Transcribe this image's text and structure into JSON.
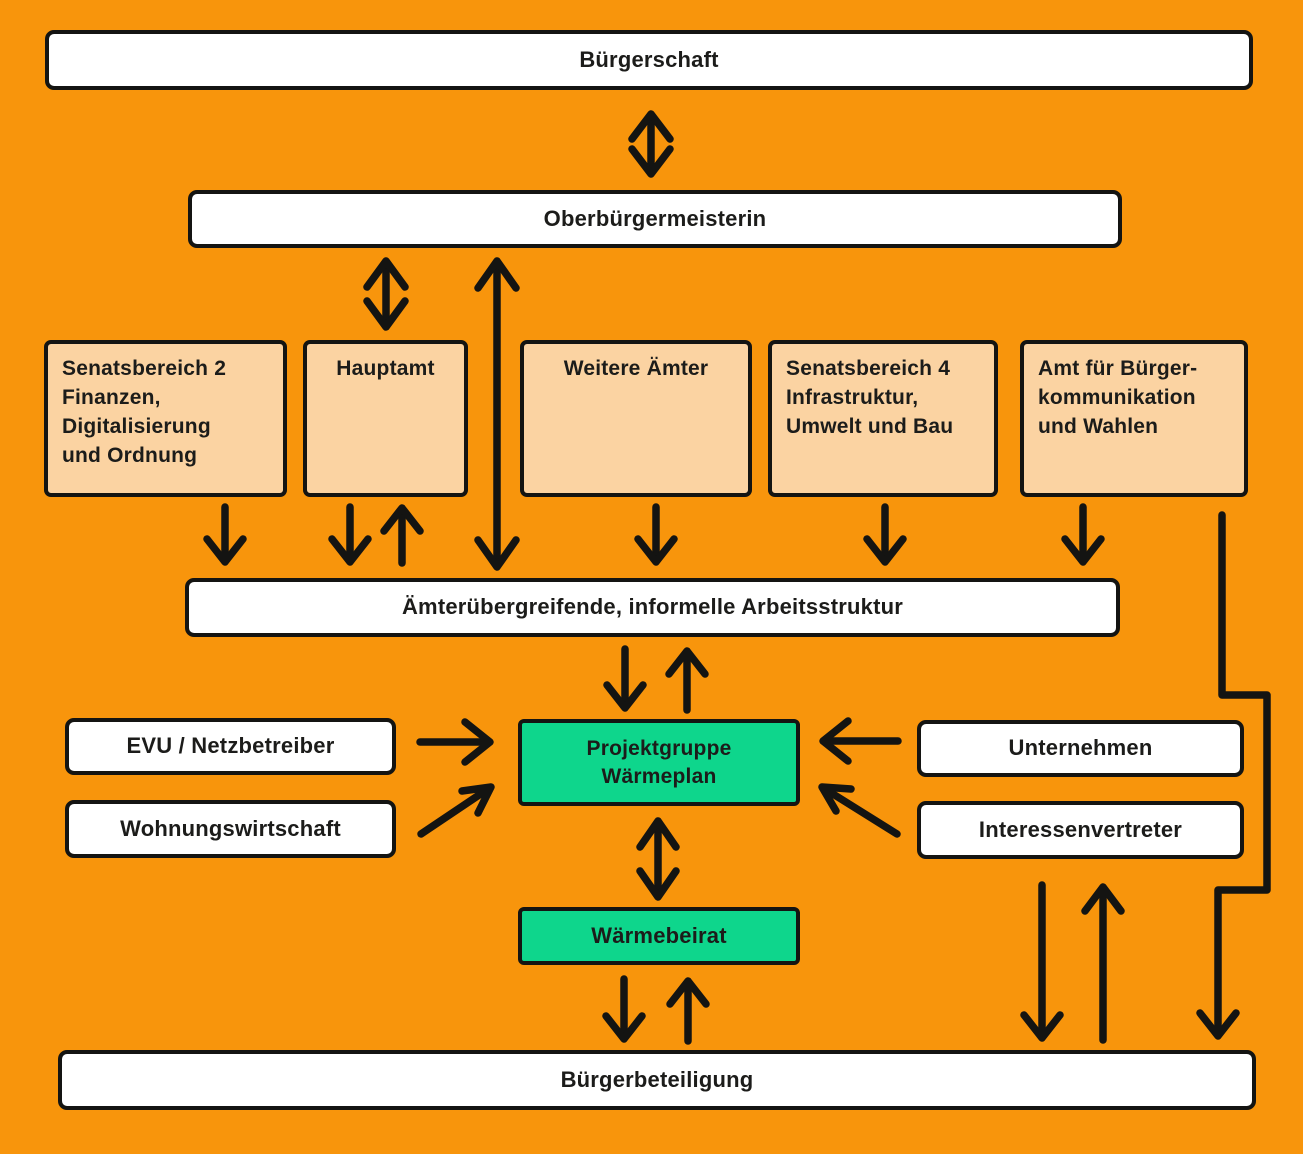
{
  "diagram": {
    "type": "organizational-flow",
    "colors": {
      "background": "#F8950C",
      "node_fill": "#FFFFFF",
      "department_fill": "#FBD3A2",
      "highlight_fill": "#0ED68C",
      "line": "#141412",
      "text": "#1C1C1A"
    },
    "nodes": {
      "buergerschaft": {
        "label": "Bürgerschaft"
      },
      "oberbuergermeisterin": {
        "label": "Oberbürgermeisterin"
      },
      "senatsbereich2": {
        "title": "Senatsbereich 2",
        "body": "Finanzen,\nDigitalisierung\nund Ordnung"
      },
      "hauptamt": {
        "label": "Hauptamt"
      },
      "weitere_aemter": {
        "label": "Weitere Ämter"
      },
      "senatsbereich4": {
        "title": "Senatsbereich 4",
        "body": "Infrastruktur,\nUmwelt und Bau"
      },
      "amt_buergerkommunikation": {
        "label": "Amt für Bürger-\nkommunikation\nund Wahlen"
      },
      "arbeitsstruktur": {
        "label": "Ämterübergreifende, informelle Arbeitsstruktur"
      },
      "evu": {
        "label": "EVU / Netzbetreiber"
      },
      "wohnungswirtschaft": {
        "label": "Wohnungswirtschaft"
      },
      "projektgruppe": {
        "label": "Projektgruppe\nWärmeplan"
      },
      "unternehmen": {
        "label": "Unternehmen"
      },
      "interessenvertreter": {
        "label": "Interessenvertreter"
      },
      "waermebeirat": {
        "label": "Wärmebeirat"
      },
      "buergerbeteiligung": {
        "label": "Bürgerbeteiligung"
      }
    },
    "edges": [
      {
        "from": "buergerschaft",
        "to": "oberbuergermeisterin",
        "direction": "bidirectional"
      },
      {
        "from": "oberbuergermeisterin",
        "to": "hauptamt",
        "direction": "bidirectional"
      },
      {
        "from": "oberbuergermeisterin",
        "to": "arbeitsstruktur",
        "direction": "bidirectional"
      },
      {
        "from": "senatsbereich2",
        "to": "arbeitsstruktur",
        "direction": "down"
      },
      {
        "from": "hauptamt",
        "to": "arbeitsstruktur",
        "direction": "down"
      },
      {
        "from": "arbeitsstruktur",
        "to": "hauptamt",
        "direction": "up"
      },
      {
        "from": "weitere_aemter",
        "to": "arbeitsstruktur",
        "direction": "down"
      },
      {
        "from": "senatsbereich4",
        "to": "arbeitsstruktur",
        "direction": "down"
      },
      {
        "from": "amt_buergerkommunikation",
        "to": "arbeitsstruktur",
        "direction": "down"
      },
      {
        "from": "arbeitsstruktur",
        "to": "projektgruppe",
        "direction": "down"
      },
      {
        "from": "projektgruppe",
        "to": "arbeitsstruktur",
        "direction": "up"
      },
      {
        "from": "evu",
        "to": "projektgruppe",
        "direction": "right"
      },
      {
        "from": "wohnungswirtschaft",
        "to": "projektgruppe",
        "direction": "right-up"
      },
      {
        "from": "unternehmen",
        "to": "projektgruppe",
        "direction": "left"
      },
      {
        "from": "interessenvertreter",
        "to": "projektgruppe",
        "direction": "left-up"
      },
      {
        "from": "projektgruppe",
        "to": "waermebeirat",
        "direction": "bidirectional"
      },
      {
        "from": "waermebeirat",
        "to": "buergerbeteiligung",
        "direction": "down"
      },
      {
        "from": "buergerbeteiligung",
        "to": "waermebeirat",
        "direction": "up"
      },
      {
        "from": "interessenvertreter",
        "to": "buergerbeteiligung",
        "direction": "down"
      },
      {
        "from": "buergerbeteiligung",
        "to": "interessenvertreter",
        "direction": "up"
      },
      {
        "from": "amt_buergerkommunikation",
        "to": "buergerbeteiligung",
        "direction": "down-zigzag"
      }
    ]
  }
}
